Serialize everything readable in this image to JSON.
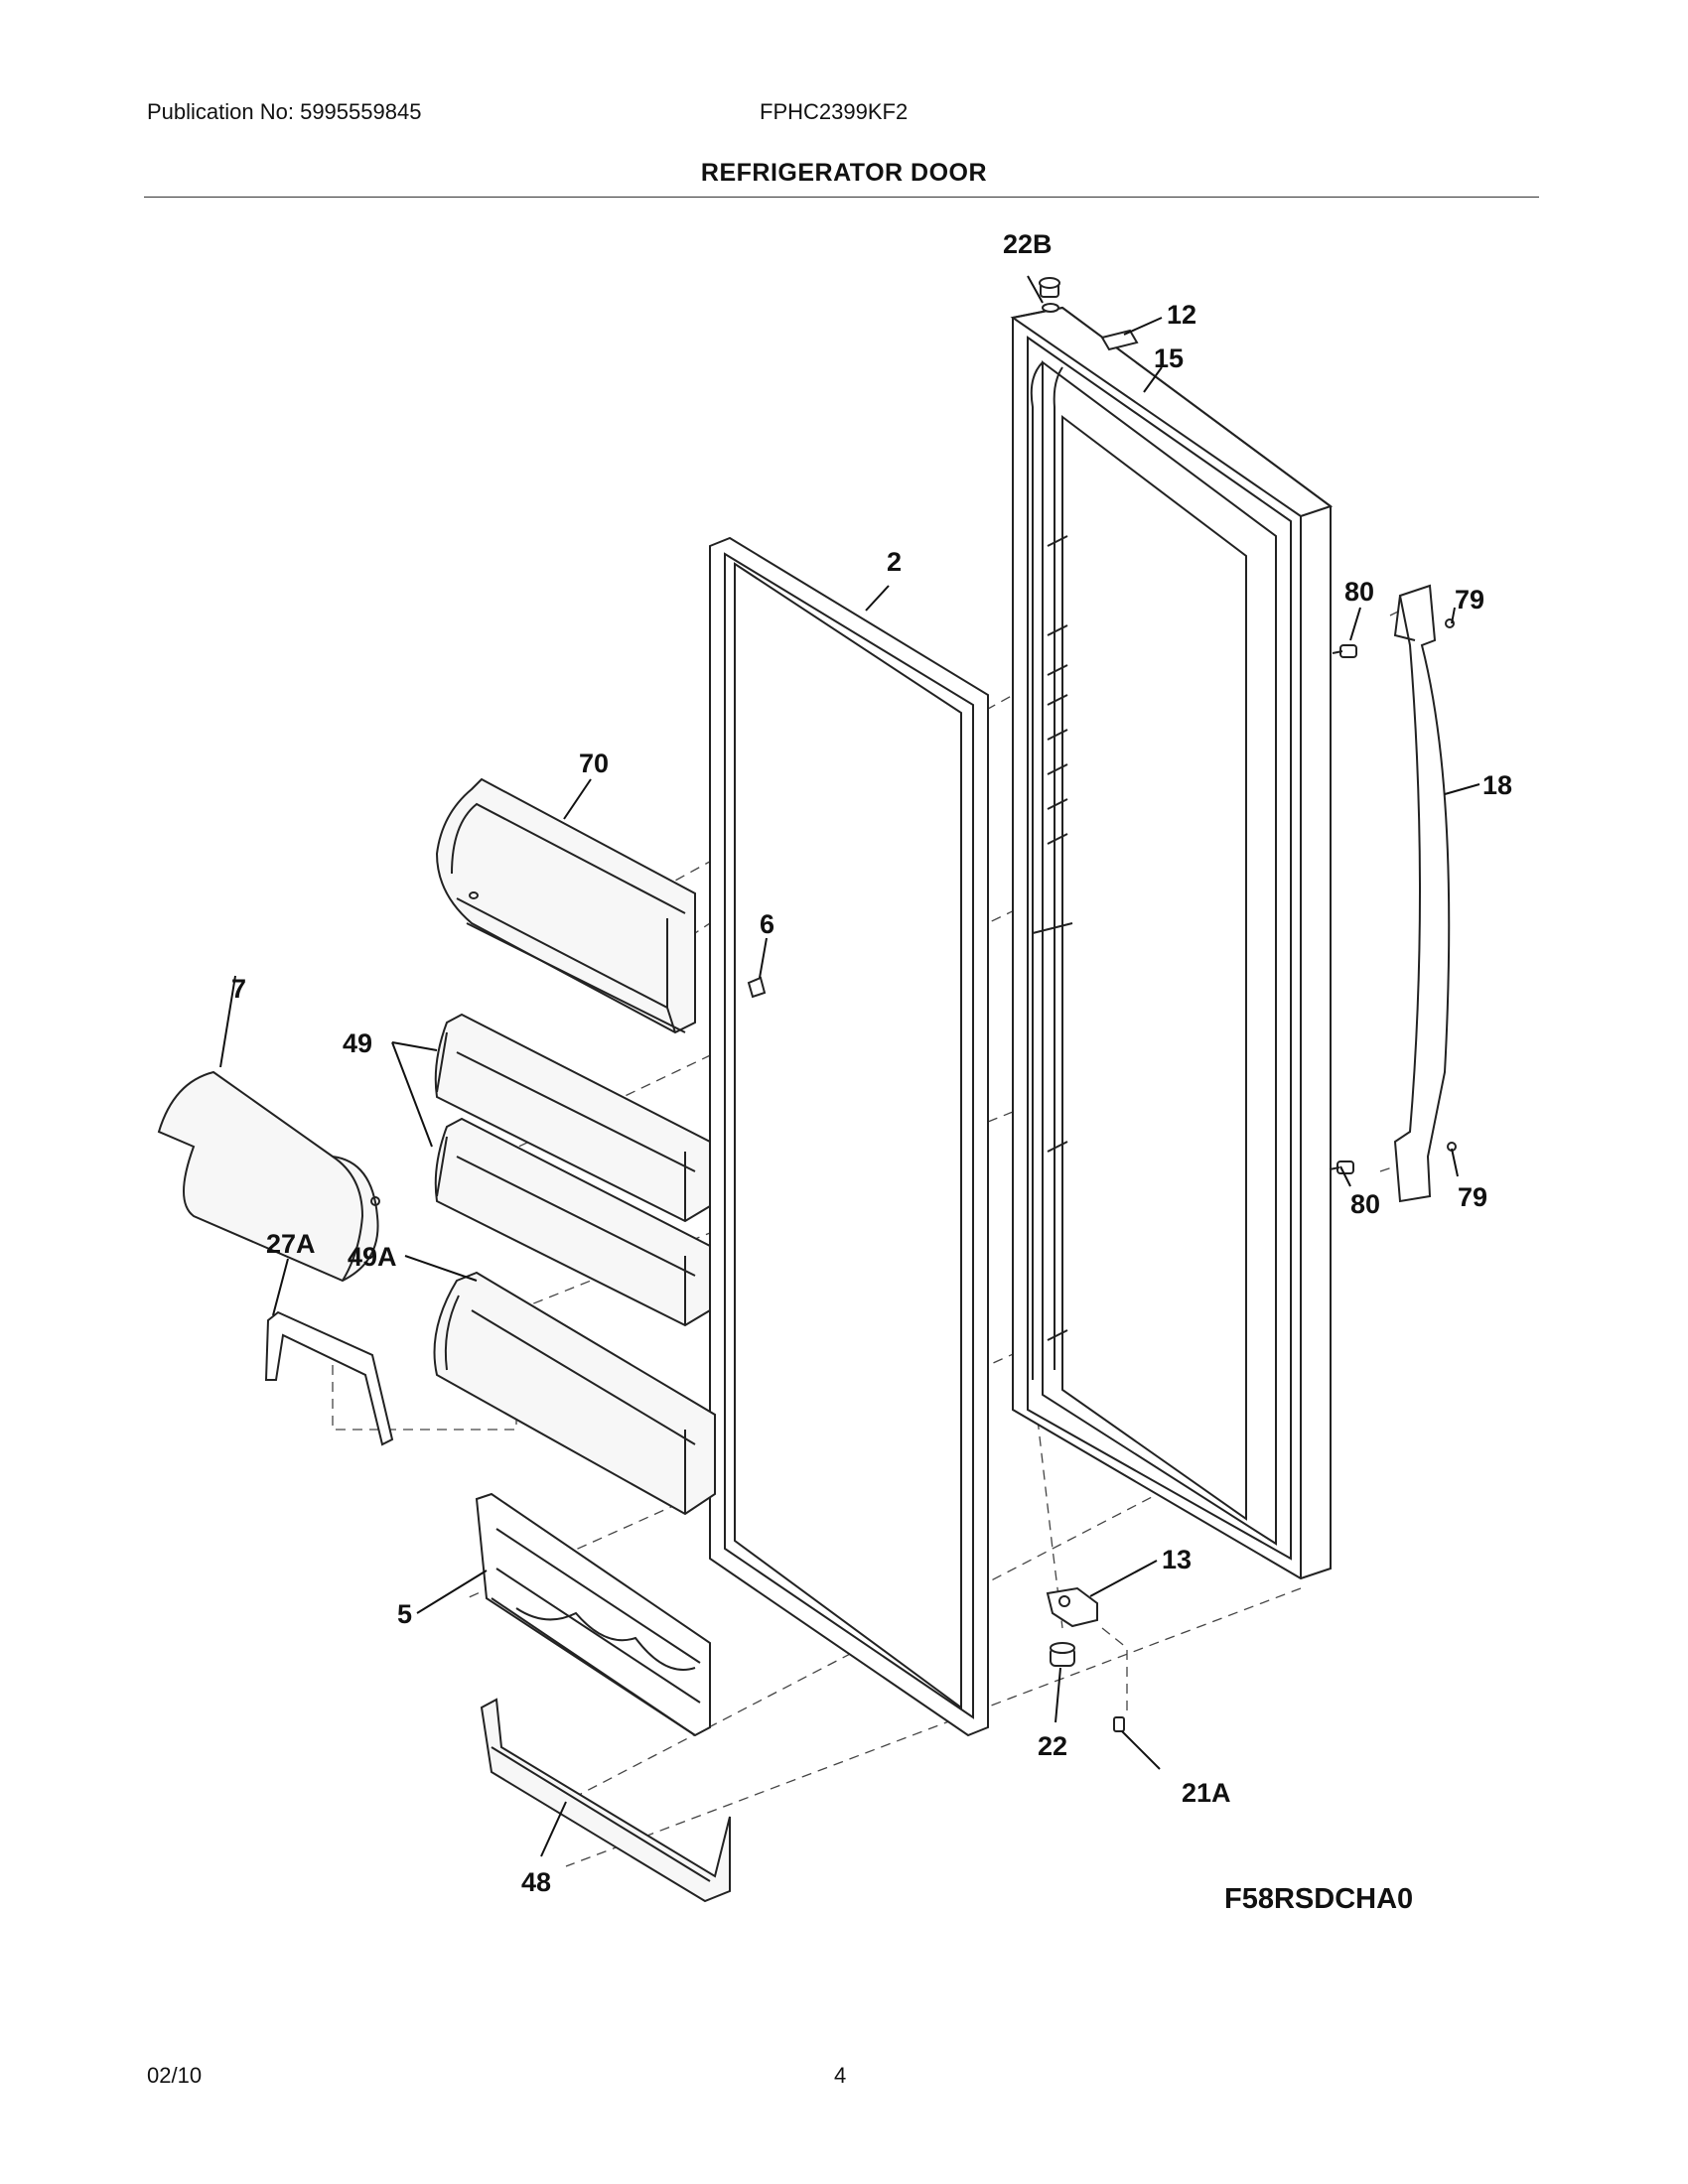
{
  "header": {
    "publication": "Publication No: 5995559845",
    "model": "FPHC2399KF2",
    "section_title": "REFRIGERATOR DOOR"
  },
  "diagram": {
    "figure_code": "F58RSDCHA0",
    "callouts": {
      "c22b": "22B",
      "c12": "12",
      "c15": "15",
      "c2": "2",
      "c80a": "80",
      "c79a": "79",
      "c18": "18",
      "c70": "70",
      "c6": "6",
      "c7": "7",
      "c49": "49",
      "c27a": "27A",
      "c49a": "49A",
      "c80b": "80",
      "c79b": "79",
      "c5": "5",
      "c13": "13",
      "c22": "22",
      "c21a": "21A",
      "c48": "48"
    }
  },
  "footer": {
    "date": "02/10",
    "page": "4"
  }
}
